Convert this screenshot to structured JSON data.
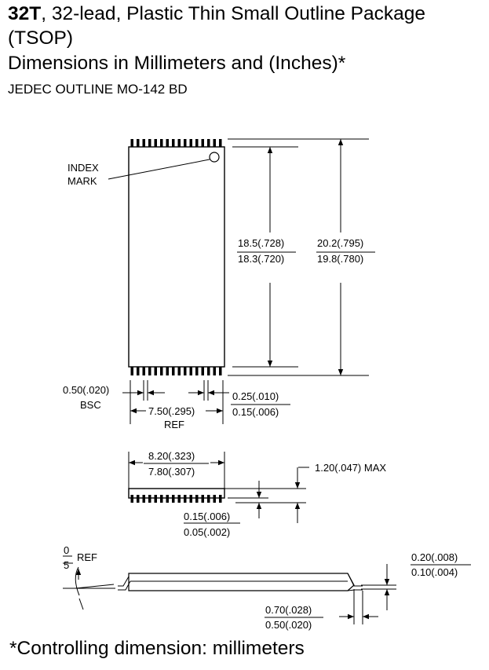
{
  "header": {
    "code": "32T",
    "title_rest": ", 32-lead, Plastic Thin Small Outline Package",
    "title_line2": "(TSOP)",
    "subtitle": "Dimensions in Millimeters and (Inches)*",
    "jedec": "JEDEC OUTLINE MO-142 BD"
  },
  "top_view": {
    "index_label_1": "INDEX",
    "index_label_2": "MARK",
    "len_max": "18.5(.728)",
    "len_min": "18.3(.720)",
    "tot_max": "20.2(.795)",
    "tot_min": "19.8(.780)",
    "pitch": "0.50(.020)",
    "pitch_note": "BSC",
    "span": "7.50(.295)",
    "span_note": "REF",
    "lead_w_max": "0.25(.010)",
    "lead_w_min": "0.15(.006)"
  },
  "end_view": {
    "width_max": "8.20(.323)",
    "width_min": "7.80(.307)",
    "height": "1.20(.047) MAX",
    "standoff_max": "0.15(.006)",
    "standoff_min": "0.05(.002)"
  },
  "side_view": {
    "angle_top": "0",
    "angle_bottom": "5",
    "angle_note": "REF",
    "thick_max": "0.20(.008)",
    "thick_min": "0.10(.004)",
    "foot_max": "0.70(.028)",
    "foot_min": "0.50(.020)"
  },
  "footer": "*Controlling dimension: millimeters"
}
